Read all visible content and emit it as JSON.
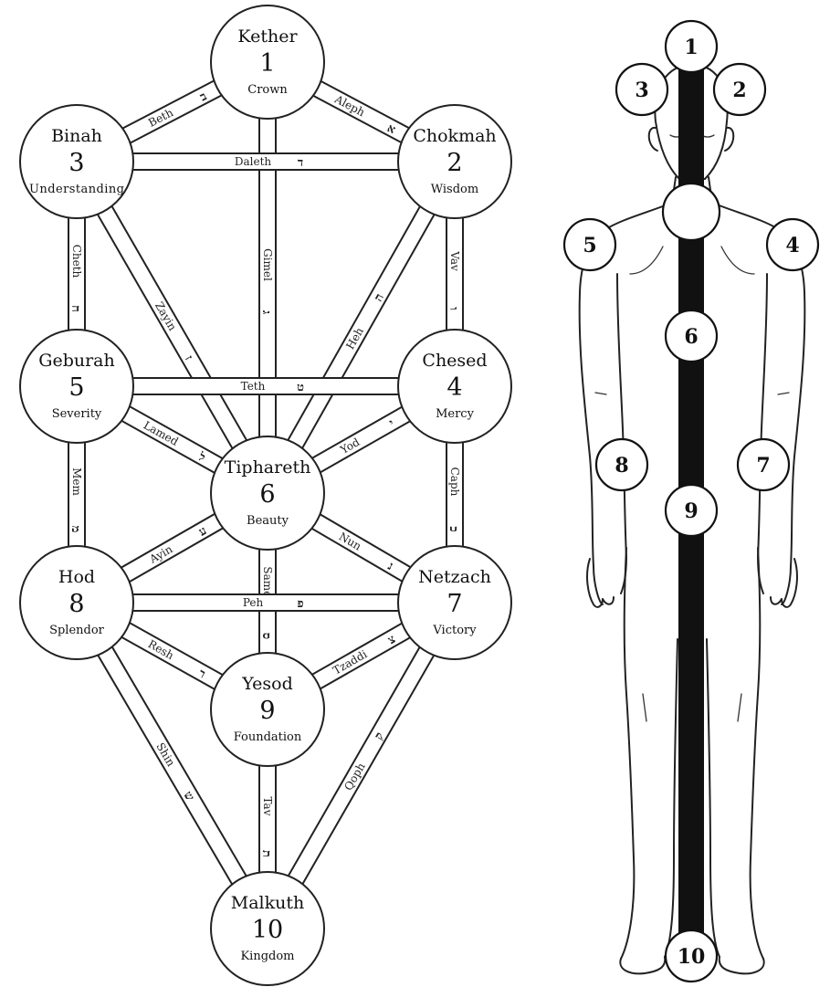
{
  "tree": {
    "sephiroth": [
      {
        "id": "kether",
        "name": "Kether",
        "number": "1",
        "meaning": "Crown"
      },
      {
        "id": "chokmah",
        "name": "Chokmah",
        "number": "2",
        "meaning": "Wisdom"
      },
      {
        "id": "binah",
        "name": "Binah",
        "number": "3",
        "meaning": "Understanding"
      },
      {
        "id": "chesed",
        "name": "Chesed",
        "number": "4",
        "meaning": "Mercy"
      },
      {
        "id": "geburah",
        "name": "Geburah",
        "number": "5",
        "meaning": "Severity"
      },
      {
        "id": "tiphareth",
        "name": "Tiphareth",
        "number": "6",
        "meaning": "Beauty"
      },
      {
        "id": "netzach",
        "name": "Netzach",
        "number": "7",
        "meaning": "Victory"
      },
      {
        "id": "hod",
        "name": "Hod",
        "number": "8",
        "meaning": "Splendor"
      },
      {
        "id": "yesod",
        "name": "Yesod",
        "number": "9",
        "meaning": "Foundation"
      },
      {
        "id": "malkuth",
        "name": "Malkuth",
        "number": "10",
        "meaning": "Kingdom"
      }
    ],
    "paths": [
      {
        "from": "kether",
        "to": "chokmah",
        "name": "Aleph",
        "letter": "א"
      },
      {
        "from": "kether",
        "to": "binah",
        "name": "Beth",
        "letter": "ב"
      },
      {
        "from": "kether",
        "to": "tiphareth",
        "name": "Gimel",
        "letter": "ג"
      },
      {
        "from": "chokmah",
        "to": "binah",
        "name": "Daleth",
        "letter": "ד"
      },
      {
        "from": "chokmah",
        "to": "tiphareth",
        "name": "Heh",
        "letter": "ה"
      },
      {
        "from": "chokmah",
        "to": "chesed",
        "name": "Vav",
        "letter": "ו"
      },
      {
        "from": "binah",
        "to": "tiphareth",
        "name": "Zayin",
        "letter": "ז"
      },
      {
        "from": "binah",
        "to": "geburah",
        "name": "Cheth",
        "letter": "ח"
      },
      {
        "from": "chesed",
        "to": "geburah",
        "name": "Teth",
        "letter": "ט"
      },
      {
        "from": "chesed",
        "to": "tiphareth",
        "name": "Yod",
        "letter": "י"
      },
      {
        "from": "chesed",
        "to": "netzach",
        "name": "Caph",
        "letter": "כ"
      },
      {
        "from": "geburah",
        "to": "tiphareth",
        "name": "Lamed",
        "letter": "ל"
      },
      {
        "from": "geburah",
        "to": "hod",
        "name": "Mem",
        "letter": "מ"
      },
      {
        "from": "tiphareth",
        "to": "netzach",
        "name": "Nun",
        "letter": "נ"
      },
      {
        "from": "tiphareth",
        "to": "yesod",
        "name": "Samech",
        "letter": "ס"
      },
      {
        "from": "tiphareth",
        "to": "hod",
        "name": "Ayin",
        "letter": "ע"
      },
      {
        "from": "netzach",
        "to": "hod",
        "name": "Peh",
        "letter": "פ"
      },
      {
        "from": "netzach",
        "to": "yesod",
        "name": "Tzaddi",
        "letter": "צ"
      },
      {
        "from": "netzach",
        "to": "malkuth",
        "name": "Qoph",
        "letter": "ק"
      },
      {
        "from": "hod",
        "to": "yesod",
        "name": "Resh",
        "letter": "ר"
      },
      {
        "from": "hod",
        "to": "malkuth",
        "name": "Shin",
        "letter": "ש"
      },
      {
        "from": "yesod",
        "to": "malkuth",
        "name": "Tav",
        "letter": "ת"
      }
    ]
  },
  "body_figure": {
    "nodes": [
      "1",
      "2",
      "3",
      "4",
      "5",
      "6",
      "7",
      "8",
      "9",
      "10"
    ],
    "throat_node_label": ""
  }
}
